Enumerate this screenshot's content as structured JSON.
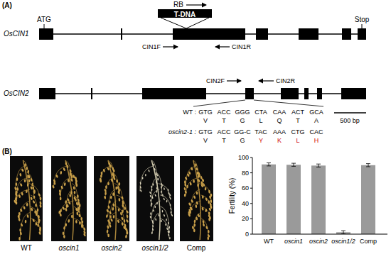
{
  "diagram": {
    "nodes": [
      {
        "text": [
          "T-DNA"
        ]
      }
    ],
    "labels": [
      "(A)",
      "ATG",
      "RB",
      "Stop",
      "OsCIN1",
      "CIN1F",
      "CIN1R",
      "OsCIN2",
      "CIN2F",
      "CIN2R",
      "WT :",
      "GTG",
      "ACC",
      "GGG",
      "CTA",
      "CAA",
      "ACT",
      "GCA",
      "V",
      "T",
      "G",
      "L",
      "Q",
      "T",
      "A",
      "oscin2-1 :",
      "GTG",
      "ACC",
      "GG-C",
      "TAC",
      "AAA",
      "CTG",
      "CAC",
      "V",
      "T",
      "G",
      "Y",
      "K",
      "L",
      "H",
      "500 bp",
      "(B)",
      "WT",
      "oscin1",
      "oscin2",
      "oscin1/2",
      "Comp",
      "Fertility (%)",
      "100",
      "80",
      "60",
      "40",
      "20",
      "0",
      "WT",
      "oscin1",
      "oscin2",
      "oscin1/2",
      "Comp"
    ]
  }
}
